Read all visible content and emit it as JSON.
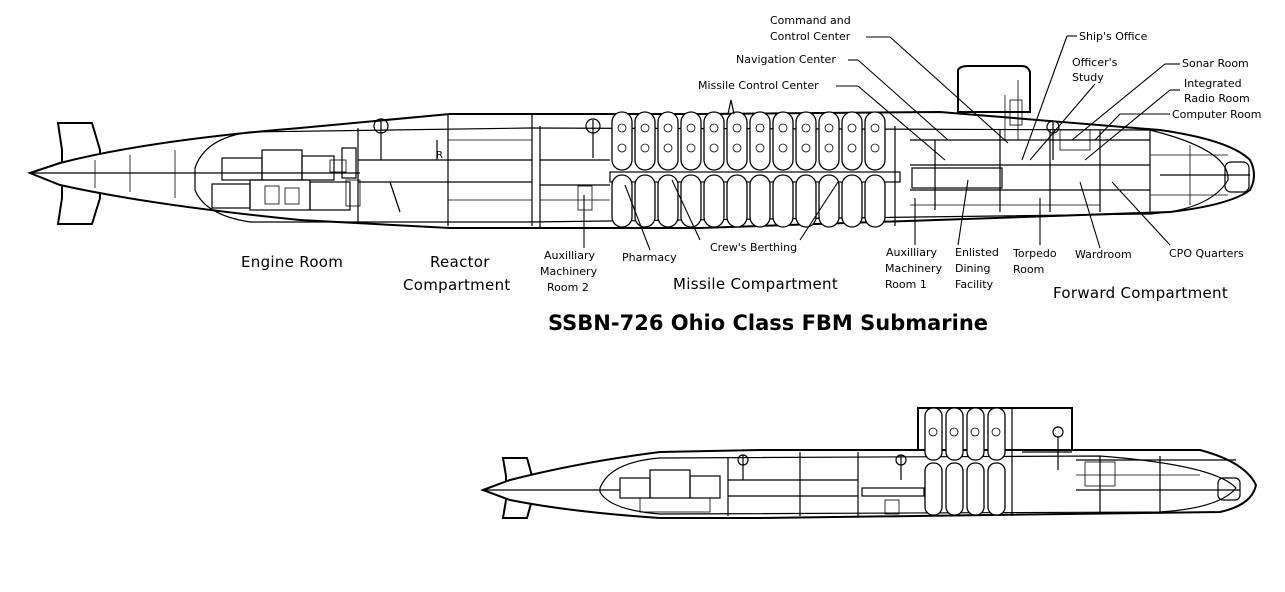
{
  "title": "SSBN-726 Ohio Class FBM Submarine",
  "compartments": {
    "engine_room": "Engine Room",
    "reactor_line1": "Reactor",
    "reactor_line2": "Compartment",
    "missile": "Missile Compartment",
    "forward": "Forward Compartment"
  },
  "callouts": {
    "command_line1": "Command and",
    "command_line2": "Control Center",
    "navigation": "Navigation Center",
    "missile_control": "Missile Control Center",
    "ships_office": "Ship's Office",
    "officers_line1": "Officer's",
    "officers_line2": "Study",
    "sonar": "Sonar Room",
    "radio_line1": "Integrated",
    "radio_line2": "Radio Room",
    "computer": "Computer Room",
    "aux2_line1": "Auxilliary",
    "aux2_line2": "Machinery",
    "aux2_line3": "Room 2",
    "pharmacy": "Pharmacy",
    "crews": "Crew's Berthing",
    "aux1_line1": "Auxilliary",
    "aux1_line2": "Machinery",
    "aux1_line3": "Room 1",
    "dining_line1": "Enlisted",
    "dining_line2": "Dining",
    "dining_line3": "Facility",
    "torpedo_line1": "Torpedo",
    "torpedo_line2": "Room",
    "wardroom": "Wardroom",
    "cpo": "CPO Quarters"
  }
}
